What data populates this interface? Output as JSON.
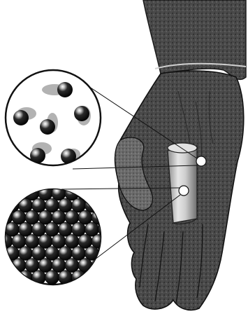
{
  "figure": {
    "subject": "hand",
    "held_object": "metal cylinder",
    "colors": {
      "ink": "#1a1a1a",
      "hand_fill": "#5a5a5a",
      "highlight": "#d8d8d8",
      "paper": "#ffffff"
    },
    "insets": [
      {
        "id": "dispersed-particles",
        "arrangement": "scattered",
        "particle_count": 6
      },
      {
        "id": "packed-lattice",
        "arrangement": "close-packed",
        "rows": 8
      }
    ]
  }
}
